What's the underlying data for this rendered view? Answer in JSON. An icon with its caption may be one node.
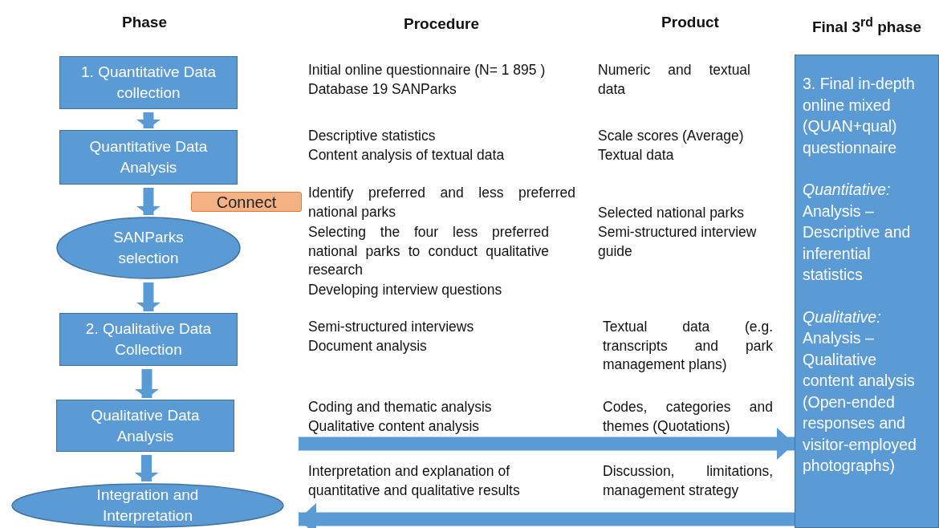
{
  "diagram": {
    "nodes": [
      {
        "text": [
          "1. Quantitative Data collection"
        ]
      },
      {
        "text": [
          "Quantitative Data Analysis"
        ]
      },
      {
        "text": [
          "SANParks selection"
        ]
      },
      {
        "text": [
          "2. Qualitative Data Collection"
        ]
      },
      {
        "text": [
          "Qualitative Data Analysis"
        ]
      },
      {
        "text": [
          "Integration and Interpretation"
        ]
      },
      {
        "text": [
          "Connect"
        ]
      },
      {
        "text": [
          "3. Final in-depth online mixed (QUAN+qual) questionnaire",
          "*Quantitative:* Analysis – Descriptive and inferential statistics",
          "*Qualitative:* Analysis – Qualitative content analysis (Open-ended responses and visitor-employed photographs)"
        ]
      }
    ],
    "edges": [
      {
        "from": 0,
        "to": 1,
        "arrow": "to"
      },
      {
        "from": 1,
        "to": 2,
        "arrow": "to"
      },
      {
        "from": 2,
        "to": 3,
        "arrow": "to"
      },
      {
        "from": 3,
        "to": 4,
        "arrow": "to"
      },
      {
        "from": 4,
        "to": 5,
        "arrow": "to"
      },
      {
        "from": null,
        "to": 7,
        "arrow": "to"
      },
      {
        "from": 7,
        "to": 5,
        "arrow": "to"
      }
    ],
    "labels": [
      "Phase",
      "Procedure",
      "Product",
      "Final 3$^{rd}$ phase",
      "Initial online questionnaire (N= 1 895 )",
      "Database 19 SANParks",
      "Numeric and textual data",
      "Descriptive statistics",
      "Content analysis of textual data",
      "Scale scores (Average)",
      "Textual data",
      "Identify preferred and less preferred national parks",
      "Selected national parks",
      "Selecting the four less preferred national parks to conduct qualitative research",
      "Semi-structured interview guide",
      "Developing interview questions",
      "Semi-structured interviews",
      "Document analysis",
      "Textual data (e.g. transcripts and park management plans)",
      "Coding and thematic analysis",
      "Qualitative content analysis",
      "Codes, categories and themes (Quotations)",
      "Interpretation and explanation of quantitative and qualitative results",
      "Discussion, limitations, management strategy"
    ]
  }
}
